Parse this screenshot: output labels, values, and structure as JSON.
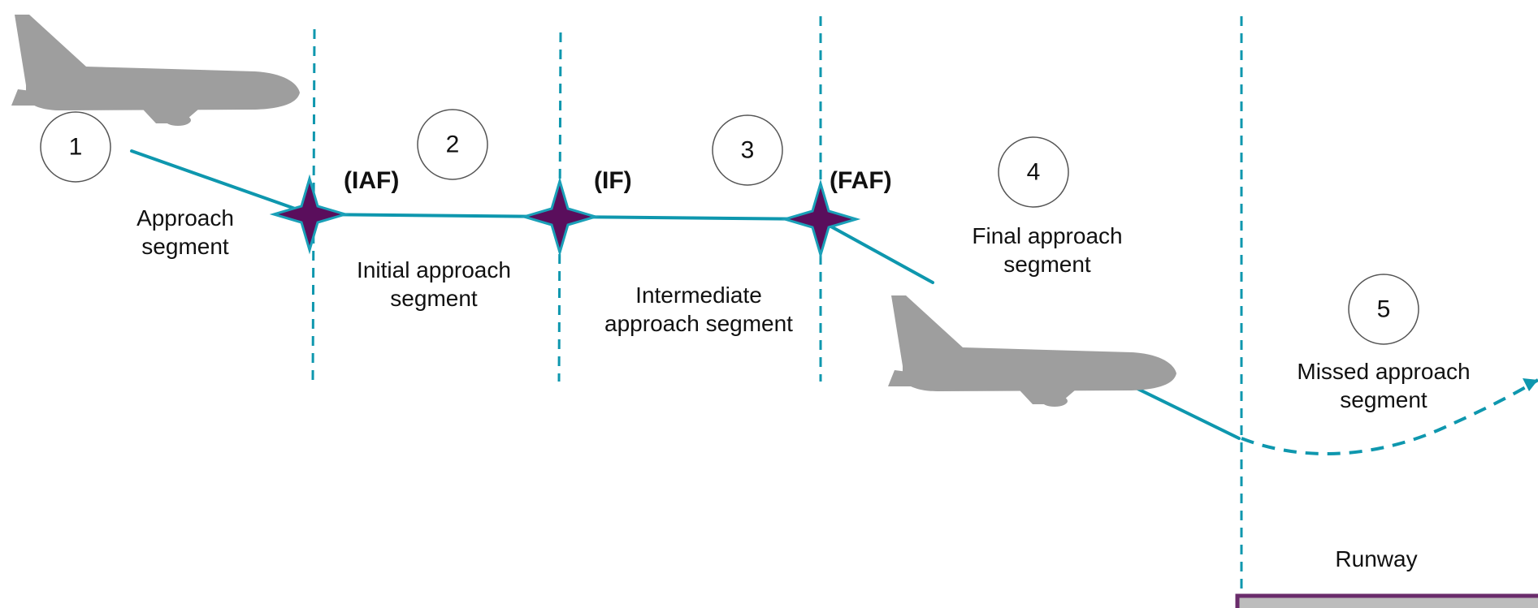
{
  "colors": {
    "path": "#0E97AE",
    "fix_fill": "#5A0E5C",
    "fix_stroke": "#1AA0B8",
    "aircraft": "#9E9E9E",
    "runway_border": "#6A2C6B",
    "runway_fill": "#BDBDBD",
    "circle_stroke": "#555555"
  },
  "icons": [
    "aircraft-icon",
    "fix-star-icon",
    "arrowhead-icon"
  ],
  "steps": [
    "1",
    "2",
    "3",
    "4",
    "5"
  ],
  "fixes": {
    "iaf": "(IAF)",
    "if": "(IF)",
    "faf": "(FAF)"
  },
  "segments": {
    "approach": [
      "Approach",
      "segment"
    ],
    "initial": [
      "Initial approach",
      "segment"
    ],
    "intermediate": [
      "Intermediate",
      "approach segment"
    ],
    "final": [
      "Final approach",
      "segment"
    ],
    "missed": [
      "Missed approach",
      "segment"
    ]
  },
  "runway": "Runway"
}
